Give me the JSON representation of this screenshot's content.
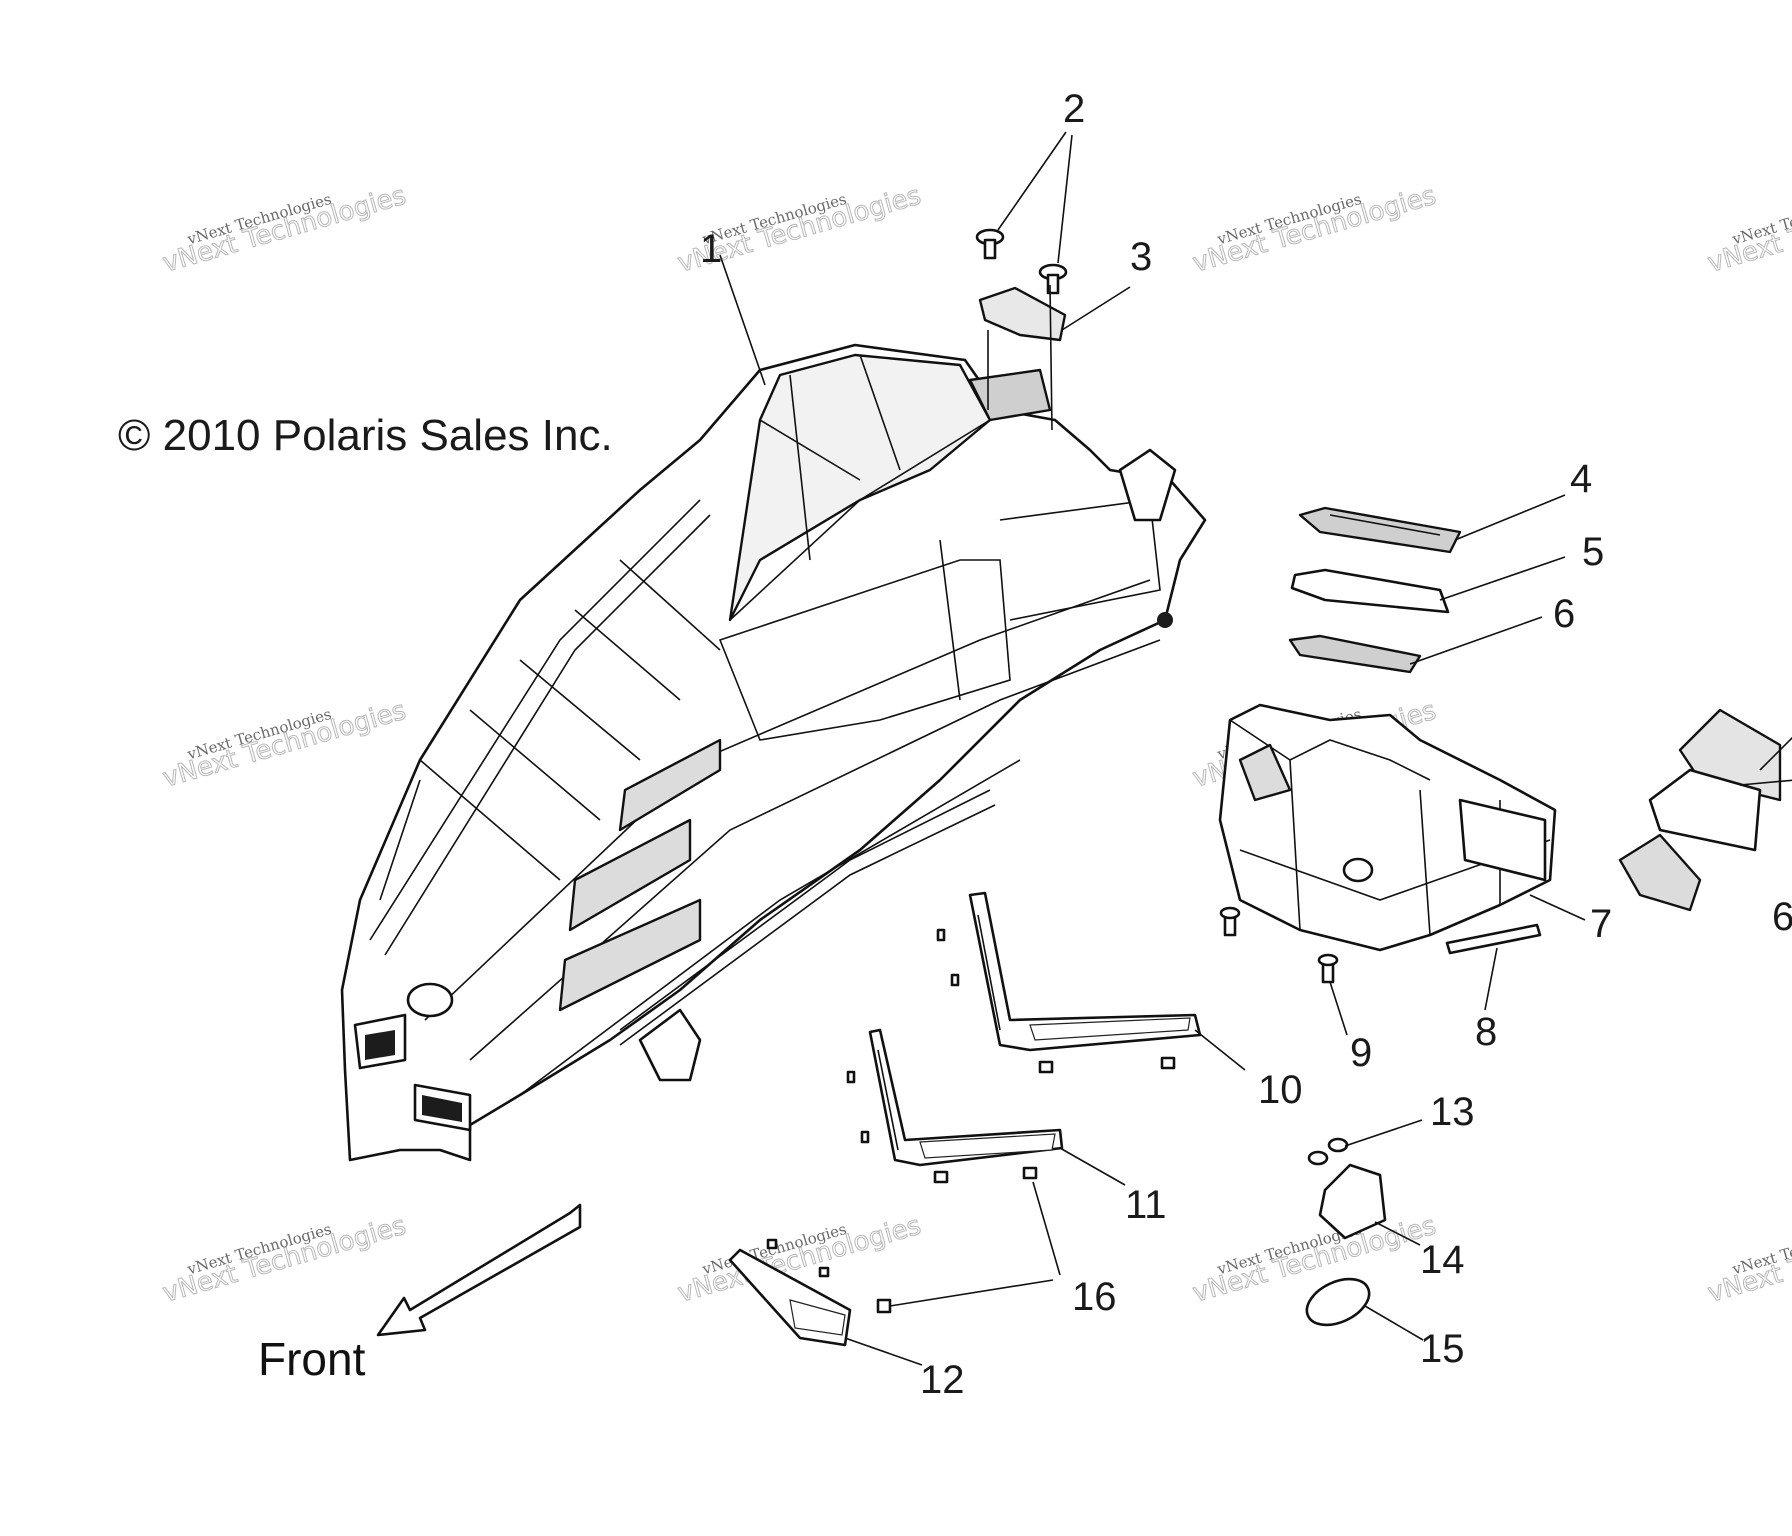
{
  "copyright": "© 2010 Polaris Sales Inc.",
  "front_label": "Front",
  "watermark": {
    "line1": "vNext Technologies",
    "line2": "vNext Technologies"
  },
  "callouts": [
    "1",
    "2",
    "3",
    "4",
    "5",
    "6",
    "6",
    "7",
    "8",
    "9",
    "10",
    "11",
    "12",
    "13",
    "14",
    "15",
    "16"
  ],
  "colors": {
    "line": "#111111",
    "background": "#ffffff",
    "watermark": "#b8b8b8"
  }
}
